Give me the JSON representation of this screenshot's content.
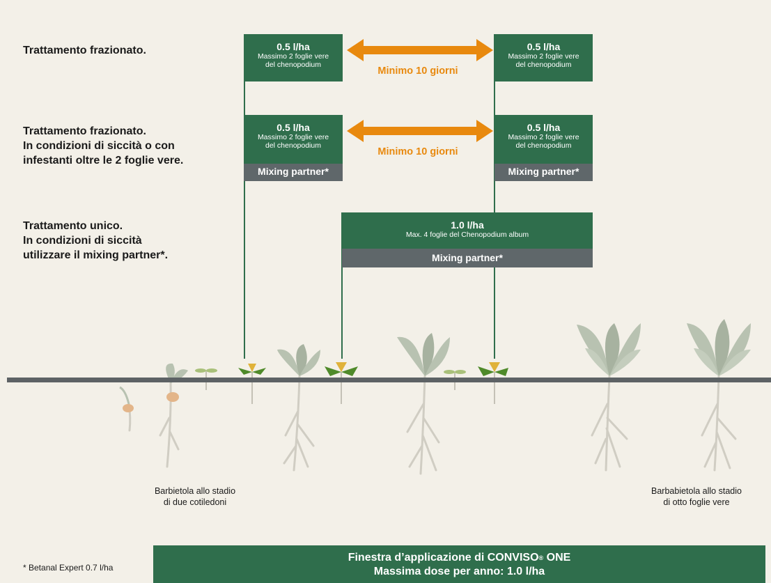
{
  "rows": [
    {
      "label": [
        "Trattamento frazionato."
      ]
    },
    {
      "label": [
        "Trattamento frazionato.",
        "In condizioni di siccità o con",
        "infestanti oltre le 2 foglie vere."
      ]
    },
    {
      "label": [
        "Trattamento unico.",
        "In condizioni di siccità",
        "utilizzare il mixing partner*."
      ]
    }
  ],
  "split_box": {
    "dose": "0.5 l/ha",
    "note_line1": "Massimo 2 foglie vere",
    "note_line2": "del chenopodium"
  },
  "interval_text": "Minimo 10 giorni",
  "mixing_partner_short": "Mixing partner*",
  "single_box": {
    "dose": "1.0 l/ha",
    "note": "Max. 4 foglie del Chenopodium album",
    "mix": "Mixing partner*"
  },
  "captions": {
    "left_line1": "Barbietola allo stadio",
    "left_line2": "di due cotiledoni",
    "right_line1": "Barbabietola allo stadio",
    "right_line2": "di otto foglie vere"
  },
  "footnote": "* Betanal Expert 0.7 l/ha",
  "banner": {
    "line1_pre": "Finestra d’applicazione di CONVISO",
    "line1_reg": "®",
    "line1_post": " ONE",
    "line2": "Massima dose per anno: 1.0 l/ha"
  },
  "colors": {
    "green": "#2f6e4c",
    "grey_box": "#5f676a",
    "orange": "#e8890e",
    "background": "#f3f0e8",
    "ground": "#5d6265",
    "beet_leaf": "#b8c2b1",
    "weed_leaf": "#4f8a2a"
  },
  "icons": [
    "double-arrow-icon",
    "beet-plant-icon",
    "weed-seedling-icon"
  ]
}
